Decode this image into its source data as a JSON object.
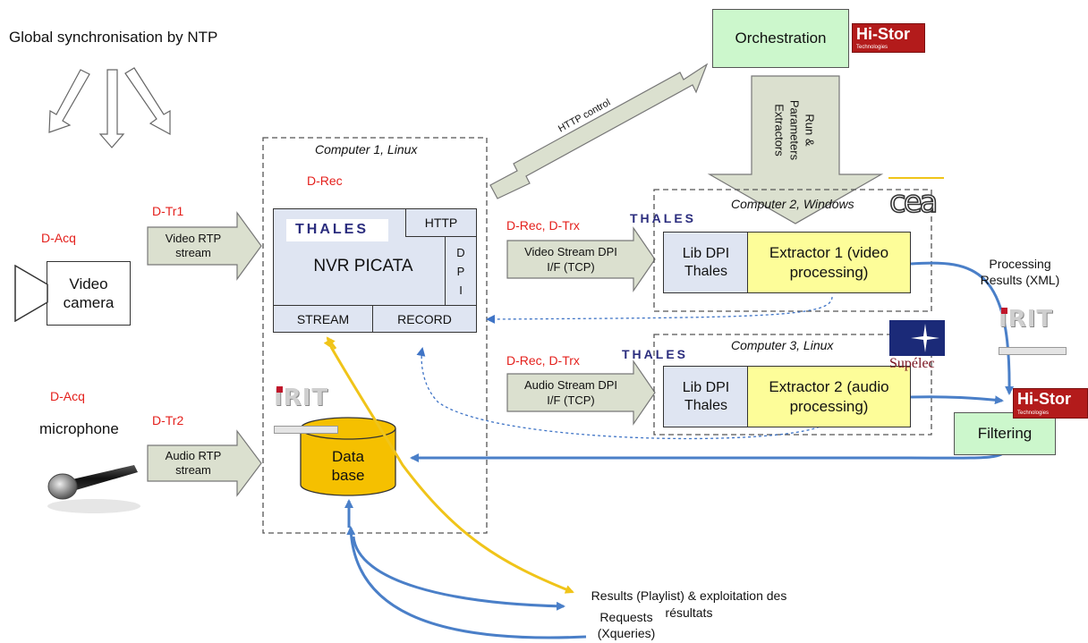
{
  "title": "Global synchronisation by NTP",
  "labels": {
    "d_acq_1": "D-Acq",
    "d_acq_2": "D-Acq",
    "d_tr1": "D-Tr1",
    "d_tr2": "D-Tr2",
    "d_rec": "D-Rec",
    "d_rec_trx_1": "D-Rec, D-Trx",
    "d_rec_trx_2": "D-Rec, D-Trx",
    "microphone": "microphone"
  },
  "sources": {
    "camera": "Video camera"
  },
  "arrows": {
    "video_rtp": "Video RTP stream",
    "audio_rtp": "Audio RTP stream",
    "video_dpi": "Video Stream DPI I/F (TCP)",
    "audio_dpi": "Audio Stream DPI I/F (TCP)",
    "http_control": "HTTP control",
    "run_params": "Run & Parameters Extractors"
  },
  "computer1": {
    "title": "Computer 1, Linux",
    "nvr": "NVR PICATA",
    "http": "HTTP",
    "dpi": "D P I",
    "stream": "STREAM",
    "record": "RECORD",
    "database": "Data base"
  },
  "computer2": {
    "title": "Computer 2, Windows",
    "lib": "Lib DPI Thales",
    "extractor": "Extractor 1 (video processing)"
  },
  "computer3": {
    "title": "Computer 3, Linux",
    "lib": "Lib DPI Thales",
    "extractor": "Extractor 2 (audio processing)"
  },
  "orchestration": "Orchestration",
  "filtering": "Filtering",
  "processing_results": "Processing Results (XML)",
  "results": "Results (Playlist) & exploitation des résultats",
  "requests": "Requests (Xqueries)",
  "logos": {
    "thales": "THALES",
    "histor": "Hi-Stor",
    "histor_sub": "Technologies",
    "cea": "cea",
    "supelec": "Supélec",
    "irit": "IRIT"
  },
  "colors": {
    "arrow_fill": "#dbe0cf",
    "nvr_fill": "#dfe5f2",
    "extractor_fill": "#fdfd99",
    "orchestration_fill": "#ccf7cc",
    "database_fill": "#f5c000",
    "flow_blue": "#4a7fc8",
    "flow_yellow": "#f0c419",
    "label_red": "#e4201c"
  }
}
